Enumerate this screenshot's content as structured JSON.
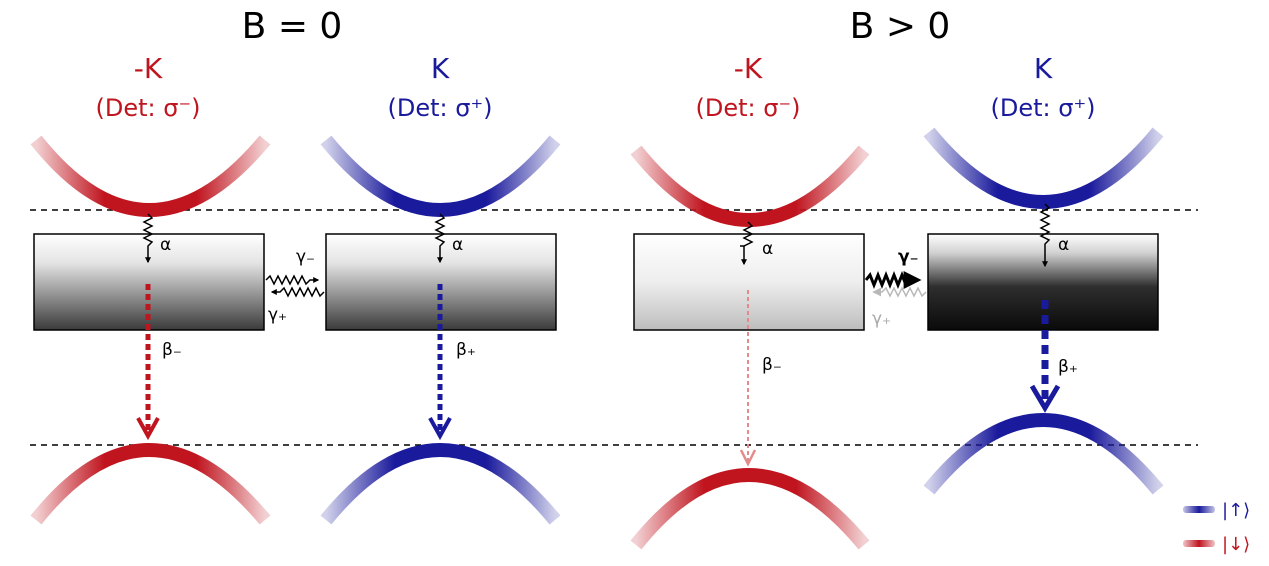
{
  "panels": [
    {
      "title": "B = 0",
      "minus_valley": {
        "name": "-K",
        "detection": "(Det: σ⁻)",
        "alpha_label": "α",
        "beta_label": "β₋"
      },
      "plus_valley": {
        "name": "K",
        "detection": "(Det: σ⁺)",
        "alpha_label": "α",
        "beta_label": "β₊"
      },
      "gamma_minus_label": "γ₋",
      "gamma_plus_label": "γ₊"
    },
    {
      "title": "B > 0",
      "minus_valley": {
        "name": "-K",
        "detection": "(Det: σ⁻)",
        "alpha_label": "α",
        "beta_label": "β₋"
      },
      "plus_valley": {
        "name": "K",
        "detection": "(Det: σ⁺)",
        "alpha_label": "α",
        "beta_label": "β₊"
      },
      "gamma_minus_label": "γ₋",
      "gamma_plus_label": "γ₊"
    }
  ],
  "legend": [
    {
      "label": "|↑⟩",
      "color": "#1a1a9c"
    },
    {
      "label": "|↓⟩",
      "color": "#c0141e"
    }
  ],
  "colors": {
    "spin_up": "#1a1a9c",
    "spin_down": "#c0141e",
    "spin_down_faded": "#e58a8a"
  }
}
